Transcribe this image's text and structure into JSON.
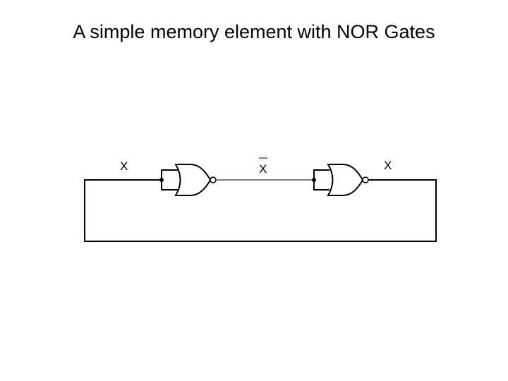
{
  "title": "A simple memory element with NOR Gates",
  "labels": {
    "input_x": "X",
    "intermediate_x_bar": "X",
    "output_x": "X"
  },
  "gates": [
    {
      "type": "NOR",
      "inputs_tied": true
    },
    {
      "type": "NOR",
      "inputs_tied": true
    }
  ]
}
